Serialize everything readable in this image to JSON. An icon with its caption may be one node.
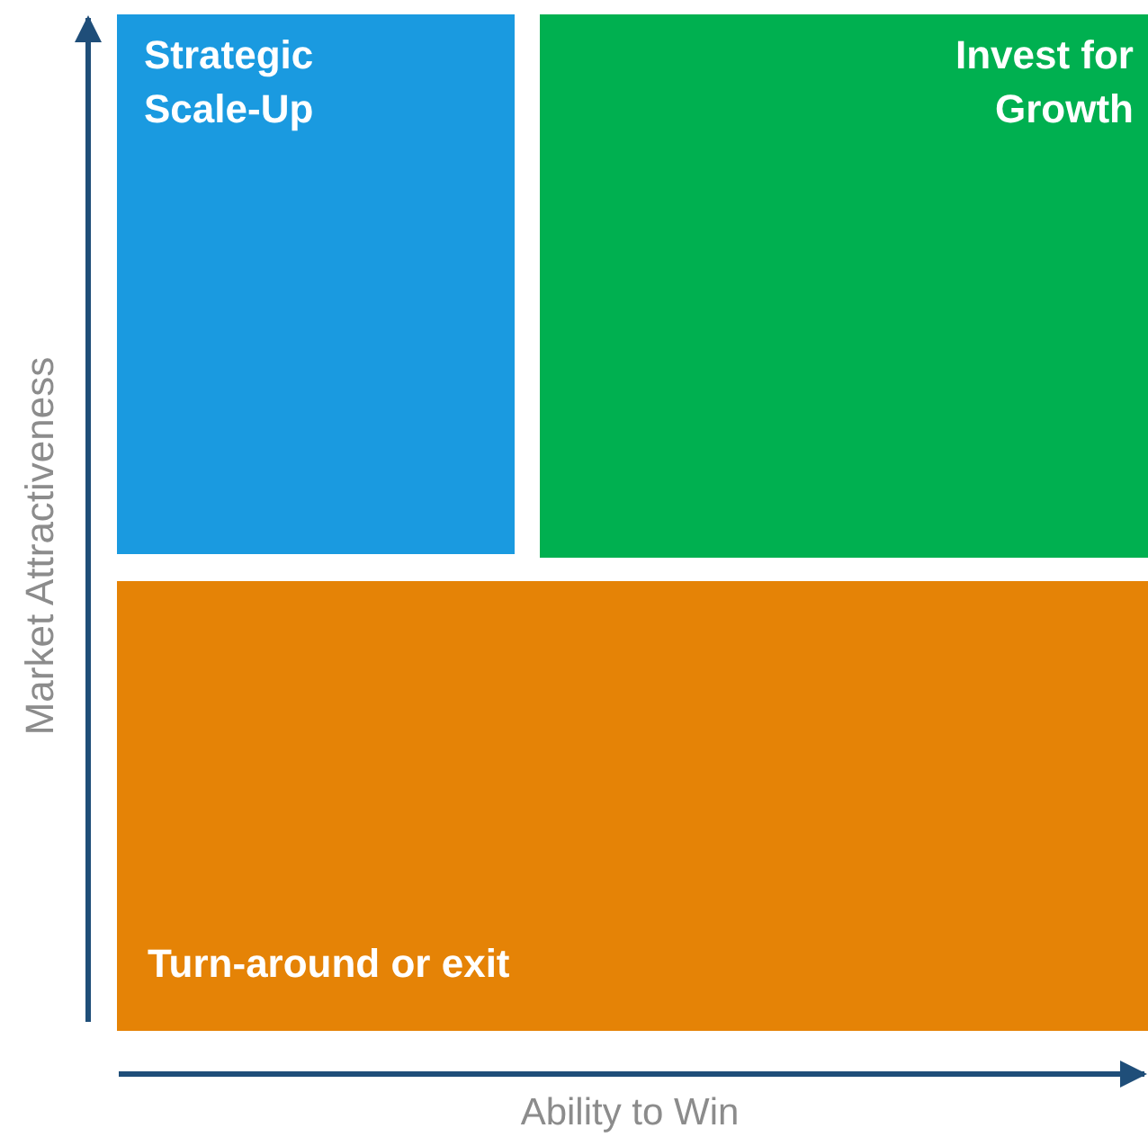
{
  "diagram": {
    "nodes": [
      {
        "text": [
          "Strategic Scale-Up"
        ]
      },
      {
        "text": [
          "Invest for Growth"
        ]
      },
      {
        "text": [
          "Turn-around or exit"
        ]
      }
    ],
    "labels": [
      "Market Attractiveness",
      "Ability to Win"
    ]
  }
}
